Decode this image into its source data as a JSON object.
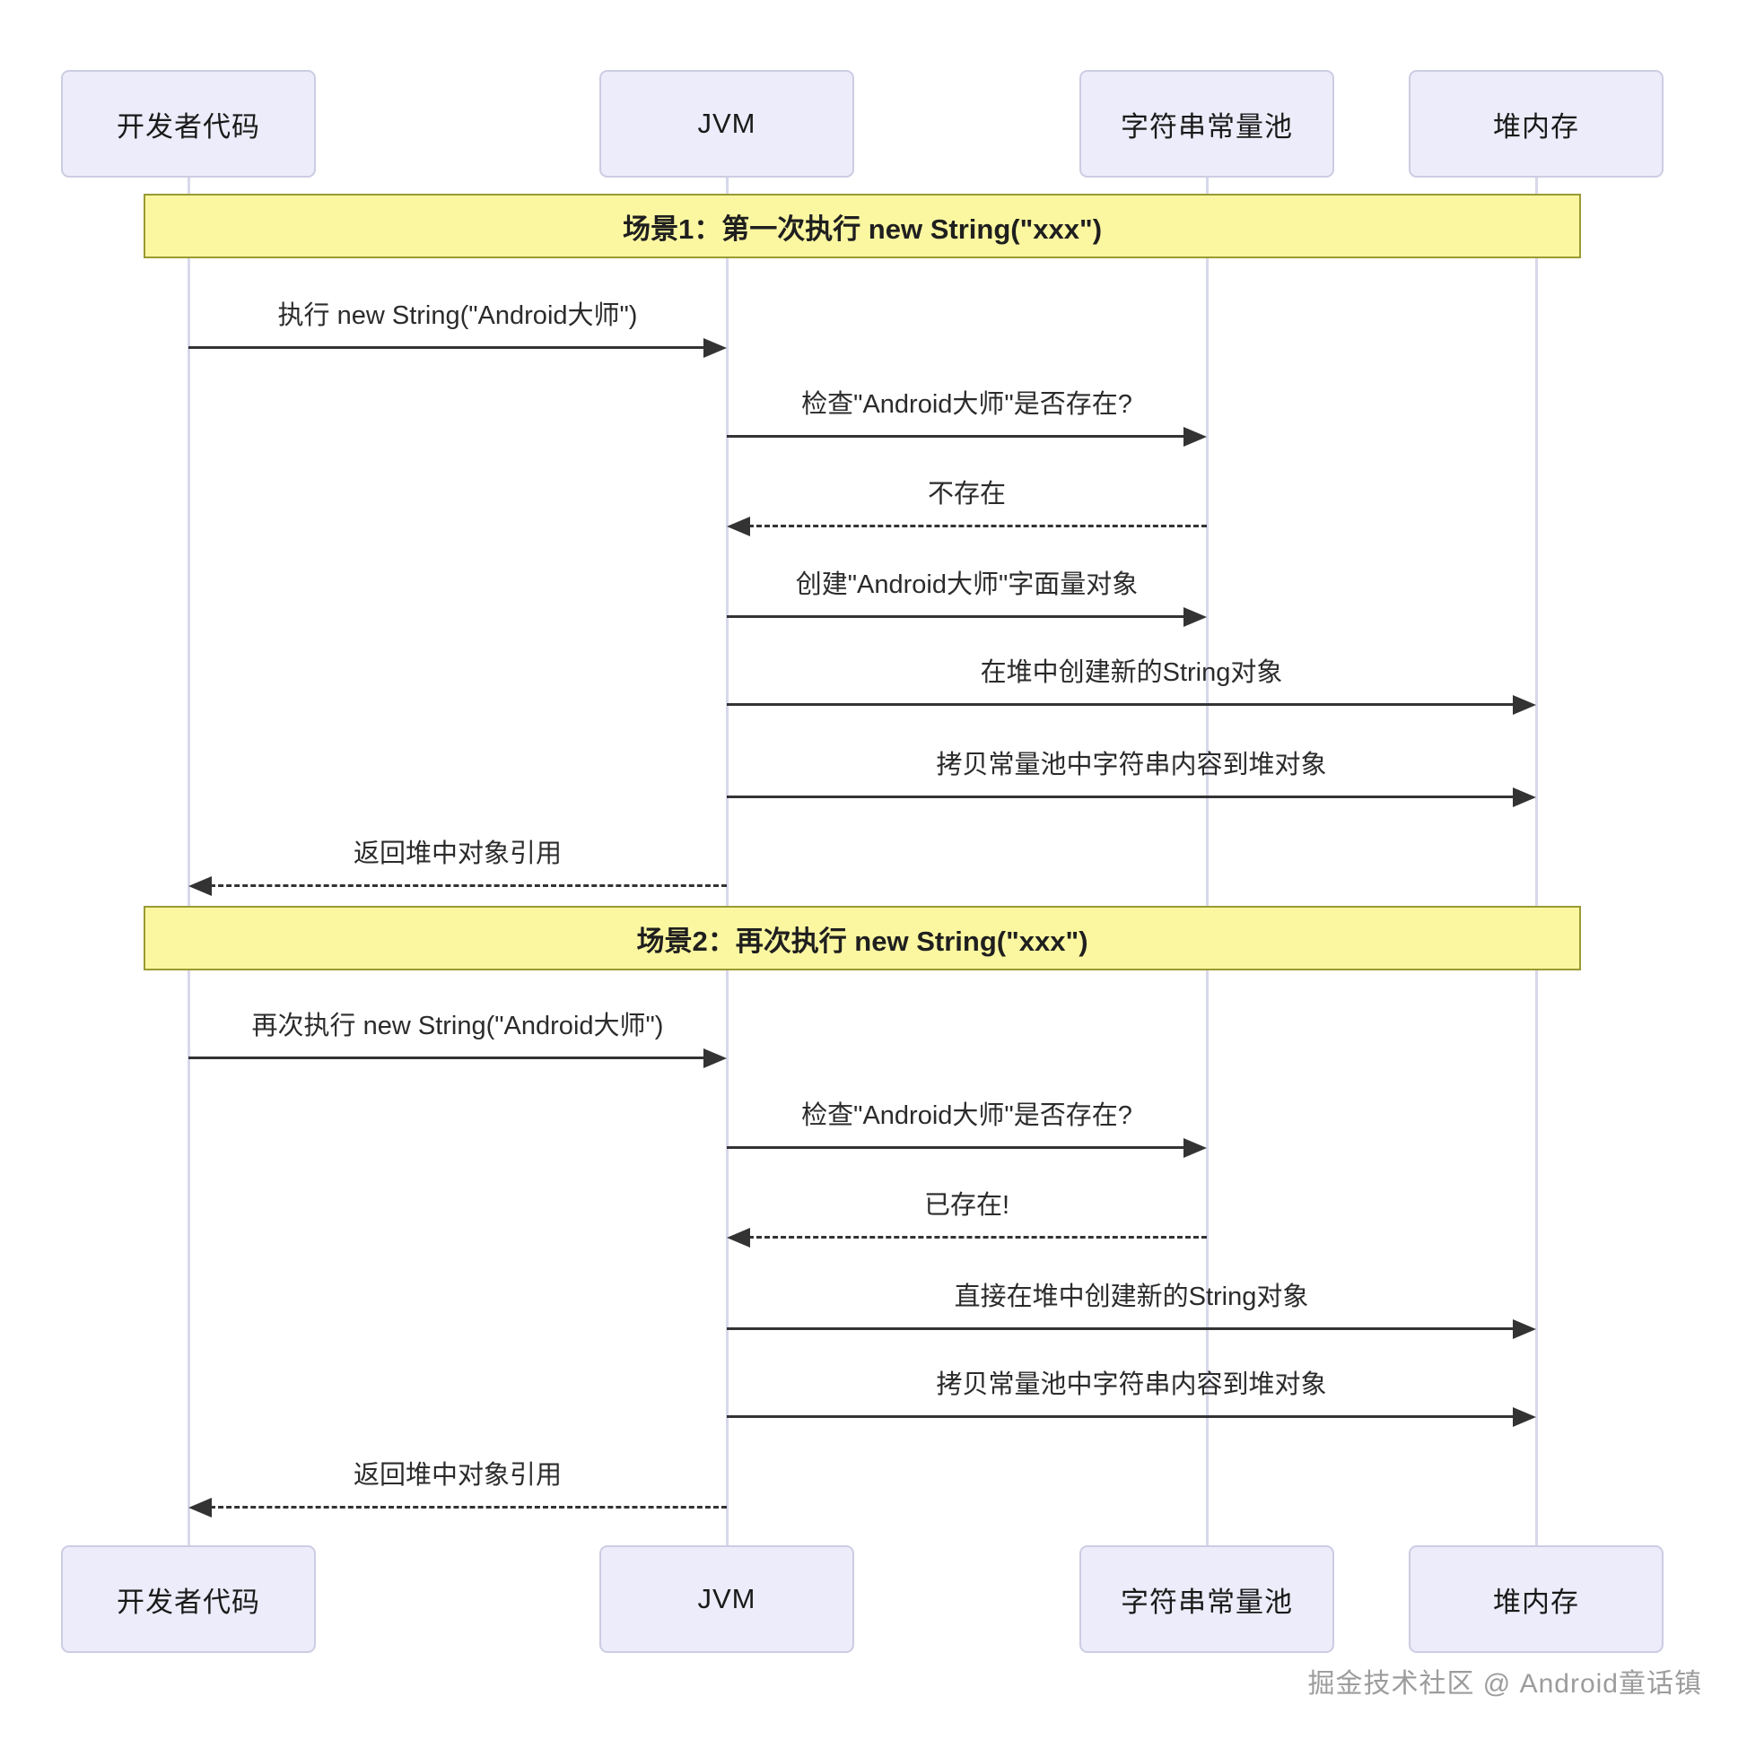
{
  "diagram": {
    "actors": [
      {
        "id": "dev",
        "label": "开发者代码"
      },
      {
        "id": "jvm",
        "label": "JVM"
      },
      {
        "id": "pool",
        "label": "字符串常量池"
      },
      {
        "id": "heap",
        "label": "堆内存"
      }
    ],
    "sections": [
      {
        "title": "场景1：第一次执行 new String(\"xxx\")"
      },
      {
        "title": "场景2：再次执行 new String(\"xxx\")"
      }
    ],
    "messages": [
      {
        "text": "执行 new String(\"Android大师\")",
        "from": "dev",
        "to": "jvm",
        "line": "solid"
      },
      {
        "text": "检查\"Android大师\"是否存在?",
        "from": "jvm",
        "to": "pool",
        "line": "solid"
      },
      {
        "text": "不存在",
        "from": "pool",
        "to": "jvm",
        "line": "dashed"
      },
      {
        "text": "创建\"Android大师\"字面量对象",
        "from": "jvm",
        "to": "pool",
        "line": "solid"
      },
      {
        "text": "在堆中创建新的String对象",
        "from": "jvm",
        "to": "heap",
        "line": "solid"
      },
      {
        "text": "拷贝常量池中字符串内容到堆对象",
        "from": "jvm",
        "to": "heap",
        "line": "solid"
      },
      {
        "text": "返回堆中对象引用",
        "from": "jvm",
        "to": "dev",
        "line": "dashed"
      },
      {
        "text": "再次执行 new String(\"Android大师\")",
        "from": "dev",
        "to": "jvm",
        "line": "solid"
      },
      {
        "text": "检查\"Android大师\"是否存在?",
        "from": "jvm",
        "to": "pool",
        "line": "solid"
      },
      {
        "text": "已存在!",
        "from": "pool",
        "to": "jvm",
        "line": "dashed"
      },
      {
        "text": "直接在堆中创建新的String对象",
        "from": "jvm",
        "to": "heap",
        "line": "solid"
      },
      {
        "text": "拷贝常量池中字符串内容到堆对象",
        "from": "jvm",
        "to": "heap",
        "line": "solid"
      },
      {
        "text": "返回堆中对象引用",
        "from": "jvm",
        "to": "dev",
        "line": "dashed"
      }
    ],
    "watermark": "掘金技术社区 @ Android童话镇"
  },
  "colors": {
    "actor_fill": "#ECECFA",
    "actor_border": "#CCCCE3",
    "lifeline": "#D8D8EC",
    "band_fill": "#FBF7A1",
    "band_border": "#9A9A33",
    "arrow": "#333333",
    "text": "#2B2B2B",
    "watermark": "#9C9C9C"
  }
}
